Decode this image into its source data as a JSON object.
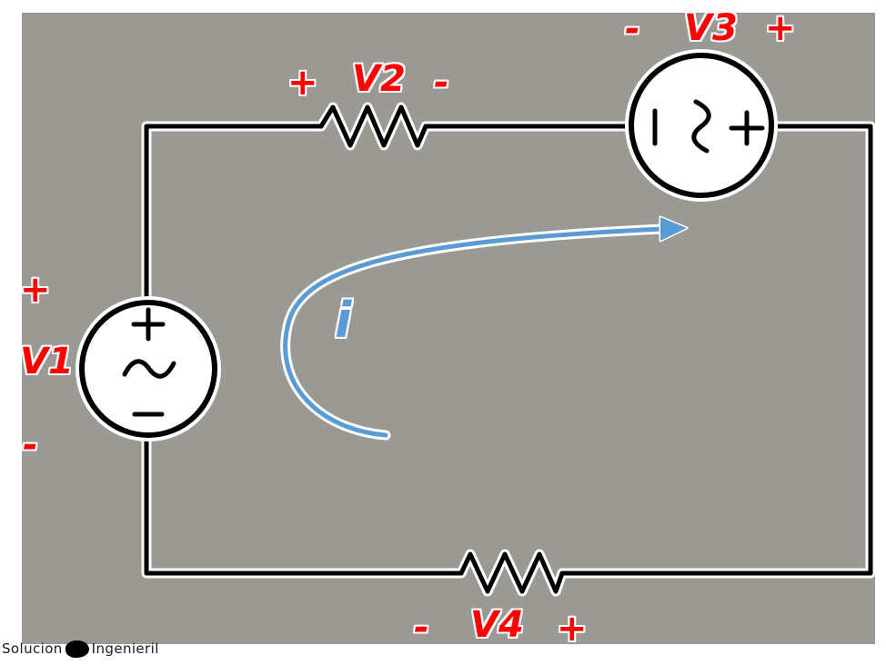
{
  "colors": {
    "background": "#9b9994",
    "halo": "#ffffff",
    "wire": "#000000",
    "label_red": "#ff0000",
    "current_blue": "#5b9bd5",
    "footer_text": "#1b1b1b"
  },
  "labels": {
    "v1": {
      "plus": "+",
      "name": "V1",
      "minus": "-"
    },
    "v2": {
      "plus": "+",
      "name": "V2",
      "minus": "-"
    },
    "v3": {
      "minus": "-",
      "name": "V3",
      "plus": "+"
    },
    "v4": {
      "minus": "-",
      "name": "V4",
      "plus": "+"
    }
  },
  "current": {
    "label": "i",
    "direction": "clockwise"
  },
  "components": [
    {
      "id": "V1",
      "type": "ac-voltage-source",
      "position": "left",
      "polarity": "+ top, - bottom"
    },
    {
      "id": "V2",
      "type": "resistor",
      "position": "top",
      "polarity": "+ left, - right"
    },
    {
      "id": "V3",
      "type": "ac-voltage-source",
      "position": "top-right",
      "polarity": "- left, + right"
    },
    {
      "id": "V4",
      "type": "resistor",
      "position": "bottom",
      "polarity": "- left, + right"
    }
  ],
  "footer": {
    "word1": "Solucion",
    "word2": "Ingenieril"
  }
}
